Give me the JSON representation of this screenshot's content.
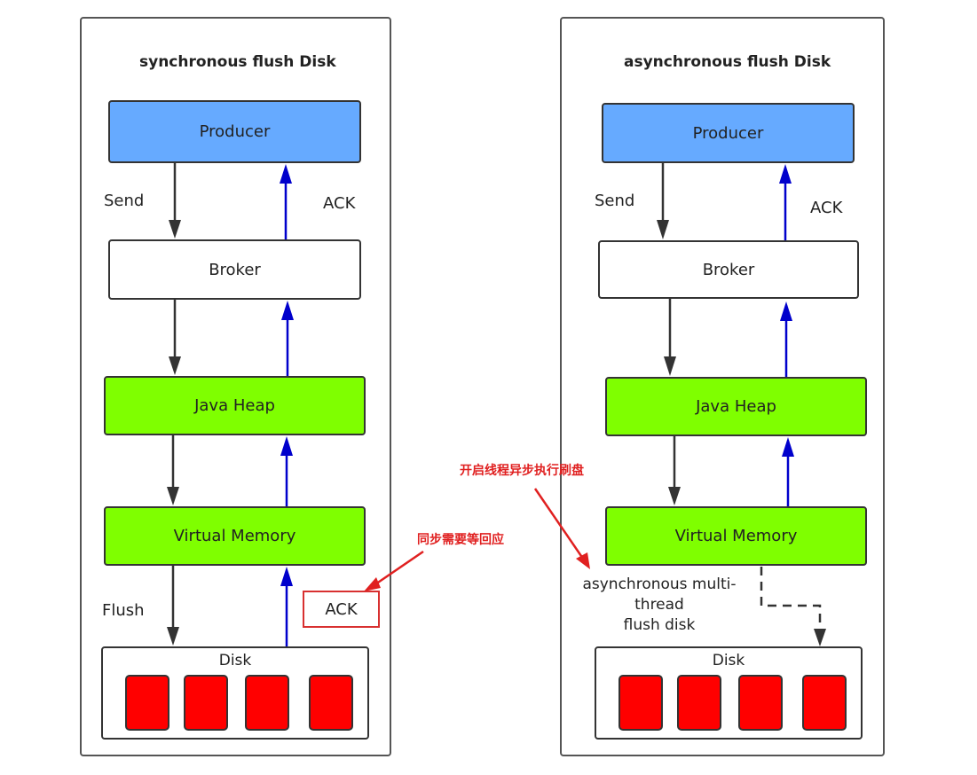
{
  "left": {
    "title": "synchronous flush Disk",
    "producer": "Producer",
    "broker": "Broker",
    "heap": "Java Heap",
    "vmem": "Virtual Memory",
    "disk": "Disk",
    "send": "Send",
    "ack": "ACK",
    "flush": "Flush",
    "ack_box": "ACK"
  },
  "right": {
    "title": "asynchronous flush Disk",
    "producer": "Producer",
    "broker": "Broker",
    "heap": "Java Heap",
    "vmem": "Virtual Memory",
    "disk": "Disk",
    "send": "Send",
    "ack": "ACK",
    "async_note": [
      "asynchronous multi-",
      "thread",
      "flush disk"
    ]
  },
  "annotations": {
    "sync_note": "同步需要等回应",
    "async_note": "开启线程异步执行刷盘"
  },
  "colors": {
    "producer": "#66aaff",
    "storage_layer": "#7fff00",
    "disk_block": "#ff0000",
    "ack_arrow": "#0000cc",
    "send_arrow": "#333333",
    "annotation": "#e02020"
  }
}
